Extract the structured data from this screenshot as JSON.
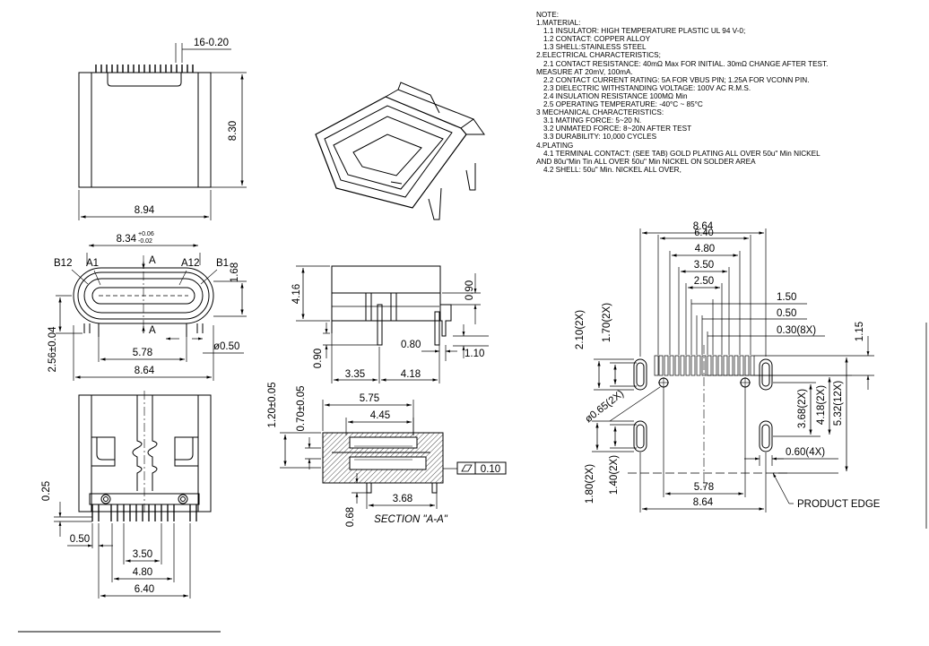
{
  "notes": [
    {
      "t": "NOTE:",
      "i": 0
    },
    {
      "t": "1.MATERIAL:",
      "i": 0
    },
    {
      "t": "1.1  INSULATOR: HIGH TEMPERATURE PLASTIC UL 94 V-0;",
      "i": 1
    },
    {
      "t": "1.2  CONTACT: COPPER ALLOY",
      "i": 1
    },
    {
      "t": "1.3  SHELL:STAINLESS STEEL",
      "i": 1
    },
    {
      "t": "2.ELECTRICAL CHARACTERISTICS;",
      "i": 0
    },
    {
      "t": "2.1  CONTACT RESISTANCE: 40mΩ Max FOR INITIAL. 30mΩ CHANGE AFTER TEST.",
      "i": 1
    },
    {
      "t": "MEASURE AT 20mV, 100mA.",
      "i": 0
    },
    {
      "t": "2.2  CONTACT CURRENT RATING: 5A FOR VBUS PIN; 1.25A FOR VCONN PIN.",
      "i": 1
    },
    {
      "t": "2.3  DIELECTRIC WITHSTANDING VOLTAGE: 100V AC R.M.S.",
      "i": 1
    },
    {
      "t": "2.4  INSULATION RESISTANCE 100MΩ Min",
      "i": 1
    },
    {
      "t": "2.5  OPERATING TEMPERATURE: -40°C ~ 85°C",
      "i": 1
    },
    {
      "t": "3 MECHANICAL CHARACTERISTICS:",
      "i": 0
    },
    {
      "t": "3.1  MATING FORCE: 5~20 N.",
      "i": 1
    },
    {
      "t": "3.2  UNMATED FORCE: 8~20N AFTER TEST",
      "i": 1
    },
    {
      "t": "3.3  DURABILITY: 10,000 CYCLES",
      "i": 1
    },
    {
      "t": "4.PLATING",
      "i": 0
    },
    {
      "t": "4.1  TERMINAL CONTACT: (SEE TAB) GOLD PLATING ALL OVER 50u\" Min NICKEL",
      "i": 1
    },
    {
      "t": "AND 80u\"Min Tin ALL OVER 50u\" Min NICKEL ON SOLDER AREA",
      "i": 0
    },
    {
      "t": "4.2  SHELL: 50u\" Min. NICKEL ALL OVER,",
      "i": 1
    }
  ],
  "dims": {
    "top_pitch": "16-0.20",
    "height_830": "8.30",
    "width_894": "8.94",
    "width_834": "8.34",
    "tol_834_up": "+0.06",
    "tol_834_dn": "-0.02",
    "label_b12": "B12",
    "label_a1": "A1",
    "label_a": "A",
    "label_a12": "A12",
    "label_b1": "B1",
    "dim_168": "1.68",
    "dim_256": "2.56±0.04",
    "dim_578": "5.78",
    "dim_050d": "ø0.50",
    "dim_864": "8.64",
    "side_416": "4.16",
    "side_090t": "0.90",
    "side_080": "0.80",
    "side_110": "1.10",
    "side_090b": "0.90",
    "side_335": "3.35",
    "side_418": "4.18",
    "sec_120": "1.20±0.05",
    "sec_070": "0.70±0.05",
    "sec_575": "5.75",
    "sec_445": "4.45",
    "sec_flat": "0.10",
    "sec_368": "3.68",
    "sec_068": "0.68",
    "section_label": "SECTION  \"A-A\"",
    "bot_025": "0.25",
    "bot_050": "0.50",
    "bot_350": "3.50",
    "bot_480": "4.80",
    "bot_640": "6.40",
    "fp_864t": "8.64",
    "fp_640": "6.40",
    "fp_480": "4.80",
    "fp_350": "3.50",
    "fp_250": "2.50",
    "fp_150": "1.50",
    "fp_050": "0.50",
    "fp_030": "0.30(8X)",
    "fp_115": "1.15",
    "fp_210": "2.10(2X)",
    "fp_170": "1.70(2X)",
    "fp_065": "ø0.65(2X)",
    "fp_368": "3.68(2X)",
    "fp_418": "4.18(2X)",
    "fp_532": "5.32(12X)",
    "fp_060": "0.60(4X)",
    "fp_180": "1.80(2X)",
    "fp_140": "1.40(2X)",
    "fp_578": "5.78",
    "fp_864b": "8.64",
    "product_edge": "PRODUCT EDGE"
  }
}
